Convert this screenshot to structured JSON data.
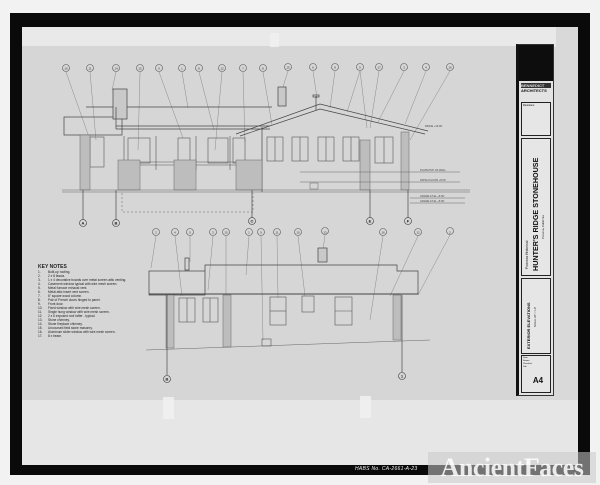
{
  "sheet": {
    "project_subtitle": "Pomona Historical",
    "project_title": "HUNTER'S RIDGE STONEHOUSE",
    "project_location": "Pomona, California",
    "drawing_title": "EXTERIOR ELEVATIONS",
    "drawing_scale": "SCALE 1/8\" = 1'-0\"",
    "sheet_number": "A4",
    "architect_firm": "ARCHITECTS",
    "architect_prefix": "BENNEDICT",
    "revisions_label": "Revisions",
    "info_lines": [
      "Date",
      "Drawn",
      "Checked",
      "Job"
    ]
  },
  "key_notes": {
    "title": "KEY NOTES",
    "items": [
      {
        "num": "1.",
        "text": "Built-up roofing."
      },
      {
        "num": "2.",
        "text": "2 x 8 fascia."
      },
      {
        "num": "3.",
        "text": "1 x 4 decorative boards over metal screen attic venting."
      },
      {
        "num": "4.",
        "text": "Casement window typical with wire mesh screen."
      },
      {
        "num": "5.",
        "text": "Metal furnace exhaust vent."
      },
      {
        "num": "6.",
        "text": "Metal attic insert vent screen."
      },
      {
        "num": "7.",
        "text": "6\" square wood column."
      },
      {
        "num": "8.",
        "text": "Pair of French doors hinged to panel."
      },
      {
        "num": "9.",
        "text": "Front door."
      },
      {
        "num": "10.",
        "text": "Fixed window with wire mesh screen."
      },
      {
        "num": "11.",
        "text": "Single hung window with wire mesh screen."
      },
      {
        "num": "12.",
        "text": "2 x 6 exposed roof rafter - typical."
      },
      {
        "num": "13.",
        "text": "Stone chimney."
      },
      {
        "num": "14.",
        "text": "Stone fireplace chimney."
      },
      {
        "num": "15.",
        "text": "Uncoursed field stone masonry."
      },
      {
        "num": "16.",
        "text": "Aluminum slider window with wire mesh screen."
      },
      {
        "num": "17.",
        "text": "8 x beam."
      }
    ]
  },
  "upper_elevation": {
    "callouts": [
      "10",
      "11",
      "14",
      "15",
      "9",
      "1",
      "8",
      "12",
      "7",
      "8",
      "15",
      "6",
      "8",
      "5",
      "17",
      "3",
      "4",
      "16"
    ],
    "grid_markers": [
      "A",
      "B",
      "C",
      "E",
      "F"
    ],
    "level_labels": [
      "RIDGE +16.00'",
      "PLATE/TOP OF WALL",
      "FINISH FLOOR +8.00'",
      "GRADE AT EL +6.50'",
      "GRADE AT EL +5.50'"
    ]
  },
  "lower_elevation": {
    "callouts": [
      "2",
      "4",
      "5",
      "3",
      "15",
      "1",
      "9",
      "11",
      "10",
      "13",
      "16",
      "12",
      "2"
    ],
    "grid_markers": [
      "B",
      "1"
    ]
  },
  "archive": {
    "caption": "HABS No. CA-2661-A-23",
    "watermark": "AncientFaces"
  }
}
